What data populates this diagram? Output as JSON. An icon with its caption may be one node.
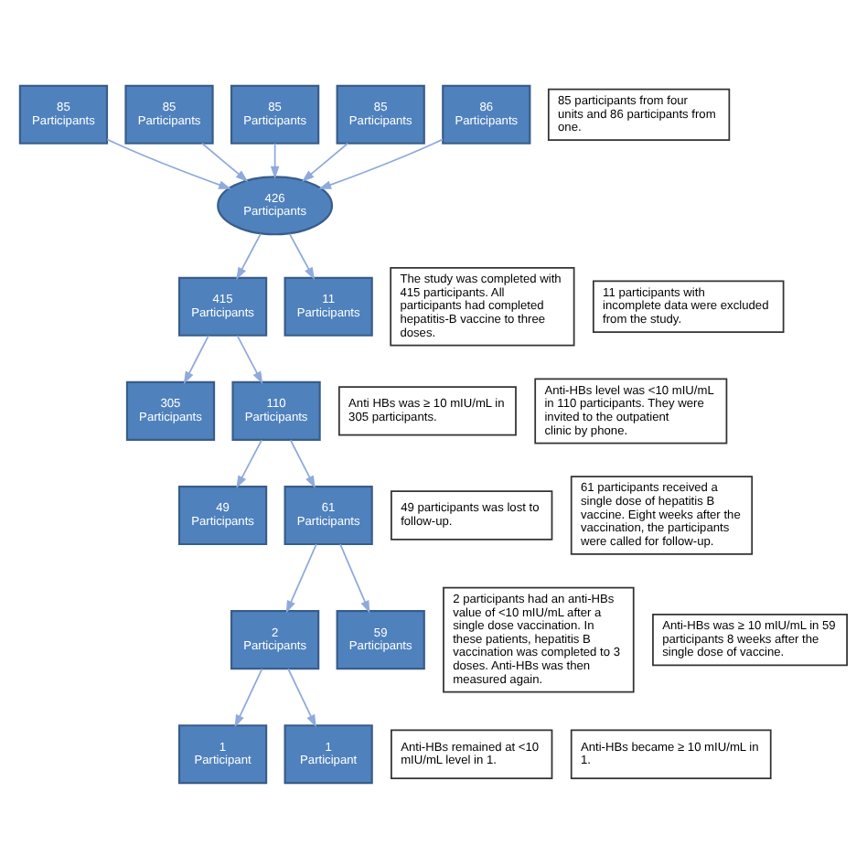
{
  "diagram": {
    "nodes": [
      {
        "text": [
          "85 Participants"
        ]
      },
      {
        "text": [
          "85 Participants"
        ]
      },
      {
        "text": [
          "85 Participants"
        ]
      },
      {
        "text": [
          "85 Participants"
        ]
      },
      {
        "text": [
          "86 Participants"
        ]
      },
      {
        "text": [
          "85 participants from four units and 86 participants from one."
        ]
      },
      {
        "text": [
          "426 Participants"
        ]
      },
      {
        "text": [
          "The study was completed with 415 participants. All participants had completed hepatitis-B vaccine to three doses."
        ]
      },
      {
        "text": [
          "415 Participants"
        ]
      },
      {
        "text": [
          "11 Participants"
        ]
      },
      {
        "text": [
          "11 participants with incomplete data were excluded from the study."
        ]
      },
      {
        "text": [
          "Anti HBs was ≥ 10 mIU/mL in 305 participants."
        ]
      },
      {
        "text": [
          "305 Participants"
        ]
      },
      {
        "text": [
          "110 Participants"
        ]
      },
      {
        "text": [
          "Anti-HBs level was <10 mIU/mL in 110 participants. They were invited to the outpatient clinic by phone."
        ]
      },
      {
        "text": [
          "49 participants was lost to follow-up."
        ]
      },
      {
        "text": [
          "49 Participants"
        ]
      },
      {
        "text": [
          "61 Participants"
        ]
      },
      {
        "text": [
          "61 participants received a single dose of hepatitis B vaccine. Eight weeks after the vaccination, the participants were called for follow-up."
        ]
      },
      {
        "text": [
          "2 participants had an anti-HBs value of <10 mIU/mL after a single dose vaccination. In these patients, hepatitis B vaccination was completed to 3 doses. Anti-HBs was then measured again."
        ]
      },
      {
        "text": [
          "2 Participants"
        ]
      },
      {
        "text": [
          "59 Participants"
        ]
      },
      {
        "text": [
          "Anti-HBs was ≥ 10 mIU/mL in 59 participants 8 weeks after the single dose of vaccine."
        ]
      },
      {
        "text": [
          "Anti-HBs remained at <10 mIU/mL level in 1."
        ]
      },
      {
        "text": [
          "1 Participant"
        ]
      },
      {
        "text": [
          "1 Participant"
        ]
      },
      {
        "text": [
          "Anti-HBs became ≥ 10 mIU/mL in 1."
        ]
      }
    ],
    "edges": [
      {
        "from": 0,
        "to": 6,
        "arrow": "to"
      },
      {
        "from": 1,
        "to": 6,
        "arrow": "to"
      },
      {
        "from": 2,
        "to": 6,
        "arrow": "to"
      },
      {
        "from": 3,
        "to": 6,
        "arrow": "to"
      },
      {
        "from": 4,
        "to": 6,
        "arrow": "to"
      },
      {
        "from": 6,
        "to": 8,
        "arrow": "to"
      },
      {
        "from": 6,
        "to": 9,
        "arrow": "to"
      },
      {
        "from": 8,
        "to": 12,
        "arrow": "to"
      },
      {
        "from": 8,
        "to": 13,
        "arrow": "to"
      },
      {
        "from": 13,
        "to": 16,
        "arrow": "to"
      },
      {
        "from": 13,
        "to": 17,
        "arrow": "to"
      },
      {
        "from": 17,
        "to": 20,
        "arrow": "to"
      },
      {
        "from": 17,
        "to": 21,
        "arrow": "to"
      },
      {
        "from": 20,
        "to": 24,
        "arrow": "to"
      },
      {
        "from": 20,
        "to": 25,
        "arrow": "to"
      }
    ]
  }
}
